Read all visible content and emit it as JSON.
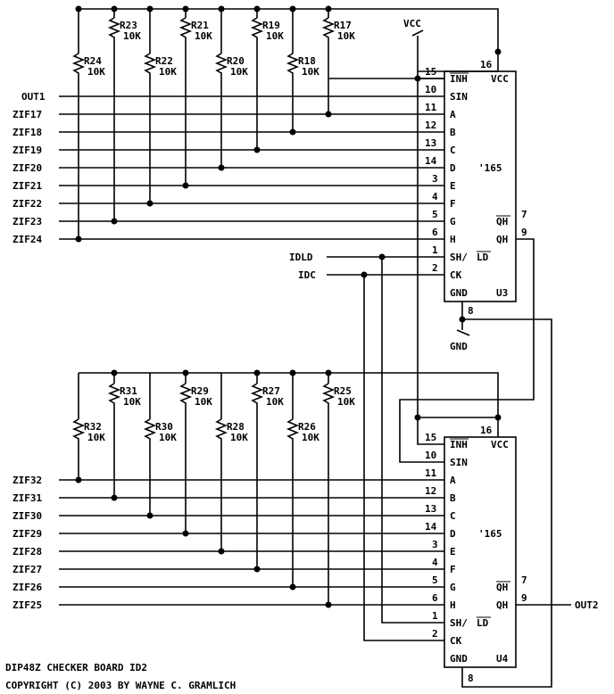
{
  "power": {
    "vcc": "VCC",
    "gnd": "GND"
  },
  "chips": [
    {
      "ref": "U3",
      "part": "'165",
      "pins": {
        "inh": "15",
        "sin": "10",
        "vcc": "16",
        "a": "11",
        "b": "12",
        "c": "13",
        "d": "14",
        "e": "3",
        "f": "4",
        "g": "5",
        "h": "6",
        "shld": "1",
        "ck": "2",
        "gnd": "8",
        "qhn": "7",
        "qh": "9"
      }
    },
    {
      "ref": "U4",
      "part": "'165",
      "pins": {
        "inh": "15",
        "sin": "10",
        "vcc": "16",
        "a": "11",
        "b": "12",
        "c": "13",
        "d": "14",
        "e": "3",
        "f": "4",
        "g": "5",
        "h": "6",
        "shld": "1",
        "ck": "2",
        "gnd": "8",
        "qhn": "7",
        "qh": "9"
      }
    }
  ],
  "pin_names": {
    "inh": "INH",
    "vcc": "VCC",
    "sin": "SIN",
    "a": "A",
    "b": "B",
    "c": "C",
    "d": "D",
    "e": "E",
    "f": "F",
    "g": "G",
    "h": "H",
    "sh": "SH/",
    "ld": "LD",
    "ck": "CK",
    "gnd": "GND",
    "qhn": "QH",
    "qh": "QH"
  },
  "nets_top": [
    "OUT1",
    "ZIF17",
    "ZIF18",
    "ZIF19",
    "ZIF20",
    "ZIF21",
    "ZIF22",
    "ZIF23",
    "ZIF24"
  ],
  "nets_bottom": [
    "ZIF32",
    "ZIF31",
    "ZIF30",
    "ZIF29",
    "ZIF28",
    "ZIF27",
    "ZIF26",
    "ZIF25"
  ],
  "control_nets": {
    "load": "IDLD",
    "clock": "IDC",
    "out": "OUT2"
  },
  "resistors_top": {
    "upper": [
      {
        "ref": "R23",
        "value": "10K"
      },
      {
        "ref": "R21",
        "value": "10K"
      },
      {
        "ref": "R19",
        "value": "10K"
      },
      {
        "ref": "R17",
        "value": "10K"
      }
    ],
    "lower": [
      {
        "ref": "R24",
        "value": "10K"
      },
      {
        "ref": "R22",
        "value": "10K"
      },
      {
        "ref": "R20",
        "value": "10K"
      },
      {
        "ref": "R18",
        "value": "10K"
      }
    ]
  },
  "resistors_bottom": {
    "upper": [
      {
        "ref": "R31",
        "value": "10K"
      },
      {
        "ref": "R29",
        "value": "10K"
      },
      {
        "ref": "R27",
        "value": "10K"
      },
      {
        "ref": "R25",
        "value": "10K"
      }
    ],
    "lower": [
      {
        "ref": "R32",
        "value": "10K"
      },
      {
        "ref": "R30",
        "value": "10K"
      },
      {
        "ref": "R28",
        "value": "10K"
      },
      {
        "ref": "R26",
        "value": "10K"
      }
    ]
  },
  "footer": {
    "title": "DIP48Z CHECKER BOARD ID2",
    "copyright": "COPYRIGHT (C) 2003 BY WAYNE C. GRAMLICH"
  }
}
